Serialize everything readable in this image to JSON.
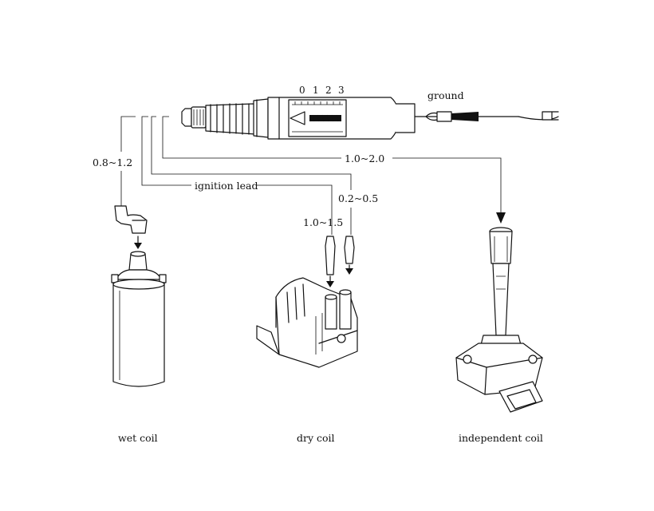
{
  "scale_marks": [
    "0",
    "1",
    "2",
    "3"
  ],
  "ground_label": "ground",
  "gap_independent": "1.0~2.0",
  "gap_wet": "0.8~1.2",
  "ignition_lead_label": "ignition lead",
  "gap_dry_short": "0.2~0.5",
  "gap_dry_long": "1.0~1.5",
  "captions": {
    "wet": "wet coil",
    "dry": "dry coil",
    "independent": "independent coil"
  }
}
